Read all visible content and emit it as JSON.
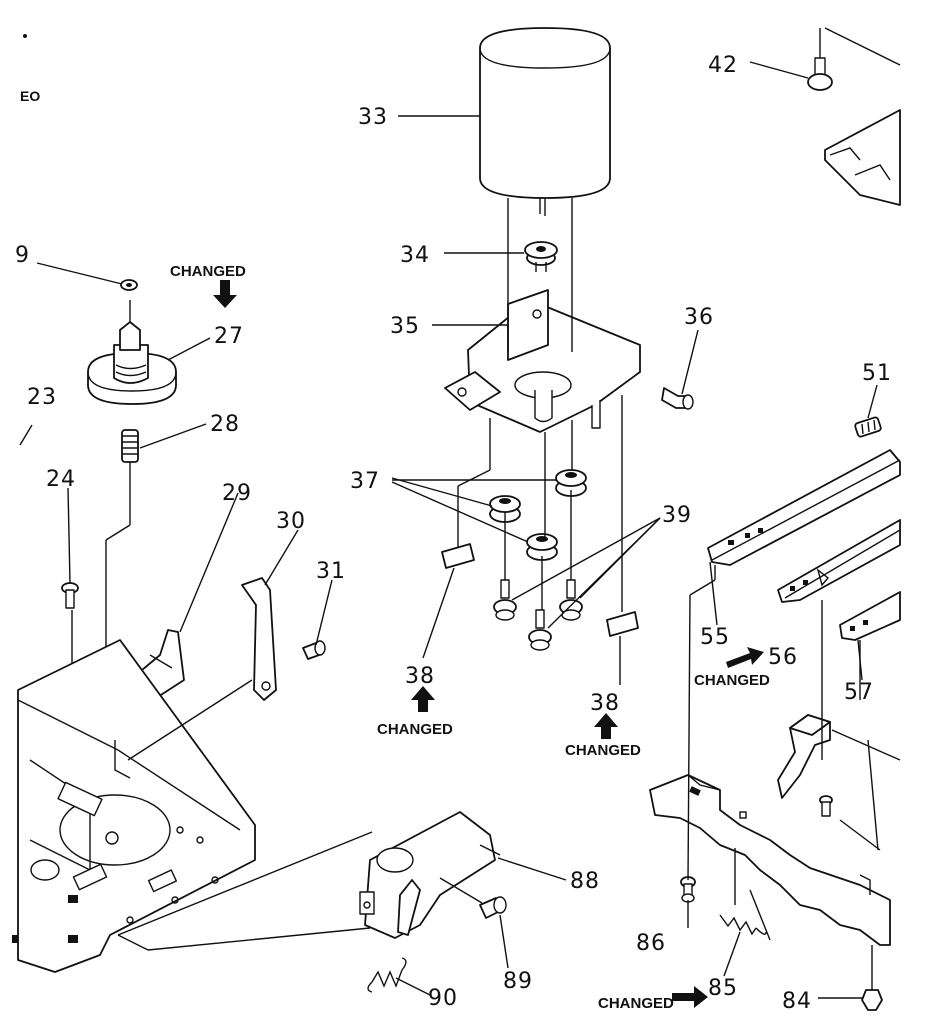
{
  "fragments": {
    "top_left": "EO"
  },
  "changed_text": "CHANGED",
  "callouts": [
    {
      "id": "l9",
      "text": "9"
    },
    {
      "id": "l23",
      "text": "23"
    },
    {
      "id": "l24",
      "text": "24"
    },
    {
      "id": "l27",
      "text": "27"
    },
    {
      "id": "l28",
      "text": "28"
    },
    {
      "id": "l29",
      "text": "29"
    },
    {
      "id": "l30",
      "text": "30"
    },
    {
      "id": "l31",
      "text": "31"
    },
    {
      "id": "l33",
      "text": "33"
    },
    {
      "id": "l34",
      "text": "34"
    },
    {
      "id": "l35",
      "text": "35"
    },
    {
      "id": "l36",
      "text": "36"
    },
    {
      "id": "l37",
      "text": "37"
    },
    {
      "id": "l38a",
      "text": "38"
    },
    {
      "id": "l38b",
      "text": "38"
    },
    {
      "id": "l39",
      "text": "39"
    },
    {
      "id": "l42",
      "text": "42"
    },
    {
      "id": "l51",
      "text": "51"
    },
    {
      "id": "l55",
      "text": "55"
    },
    {
      "id": "l56",
      "text": "56"
    },
    {
      "id": "l57",
      "text": "57"
    },
    {
      "id": "l84",
      "text": "84"
    },
    {
      "id": "l85",
      "text": "85"
    },
    {
      "id": "l86",
      "text": "86"
    },
    {
      "id": "l88",
      "text": "88"
    },
    {
      "id": "l89",
      "text": "89"
    },
    {
      "id": "l90",
      "text": "90"
    }
  ]
}
